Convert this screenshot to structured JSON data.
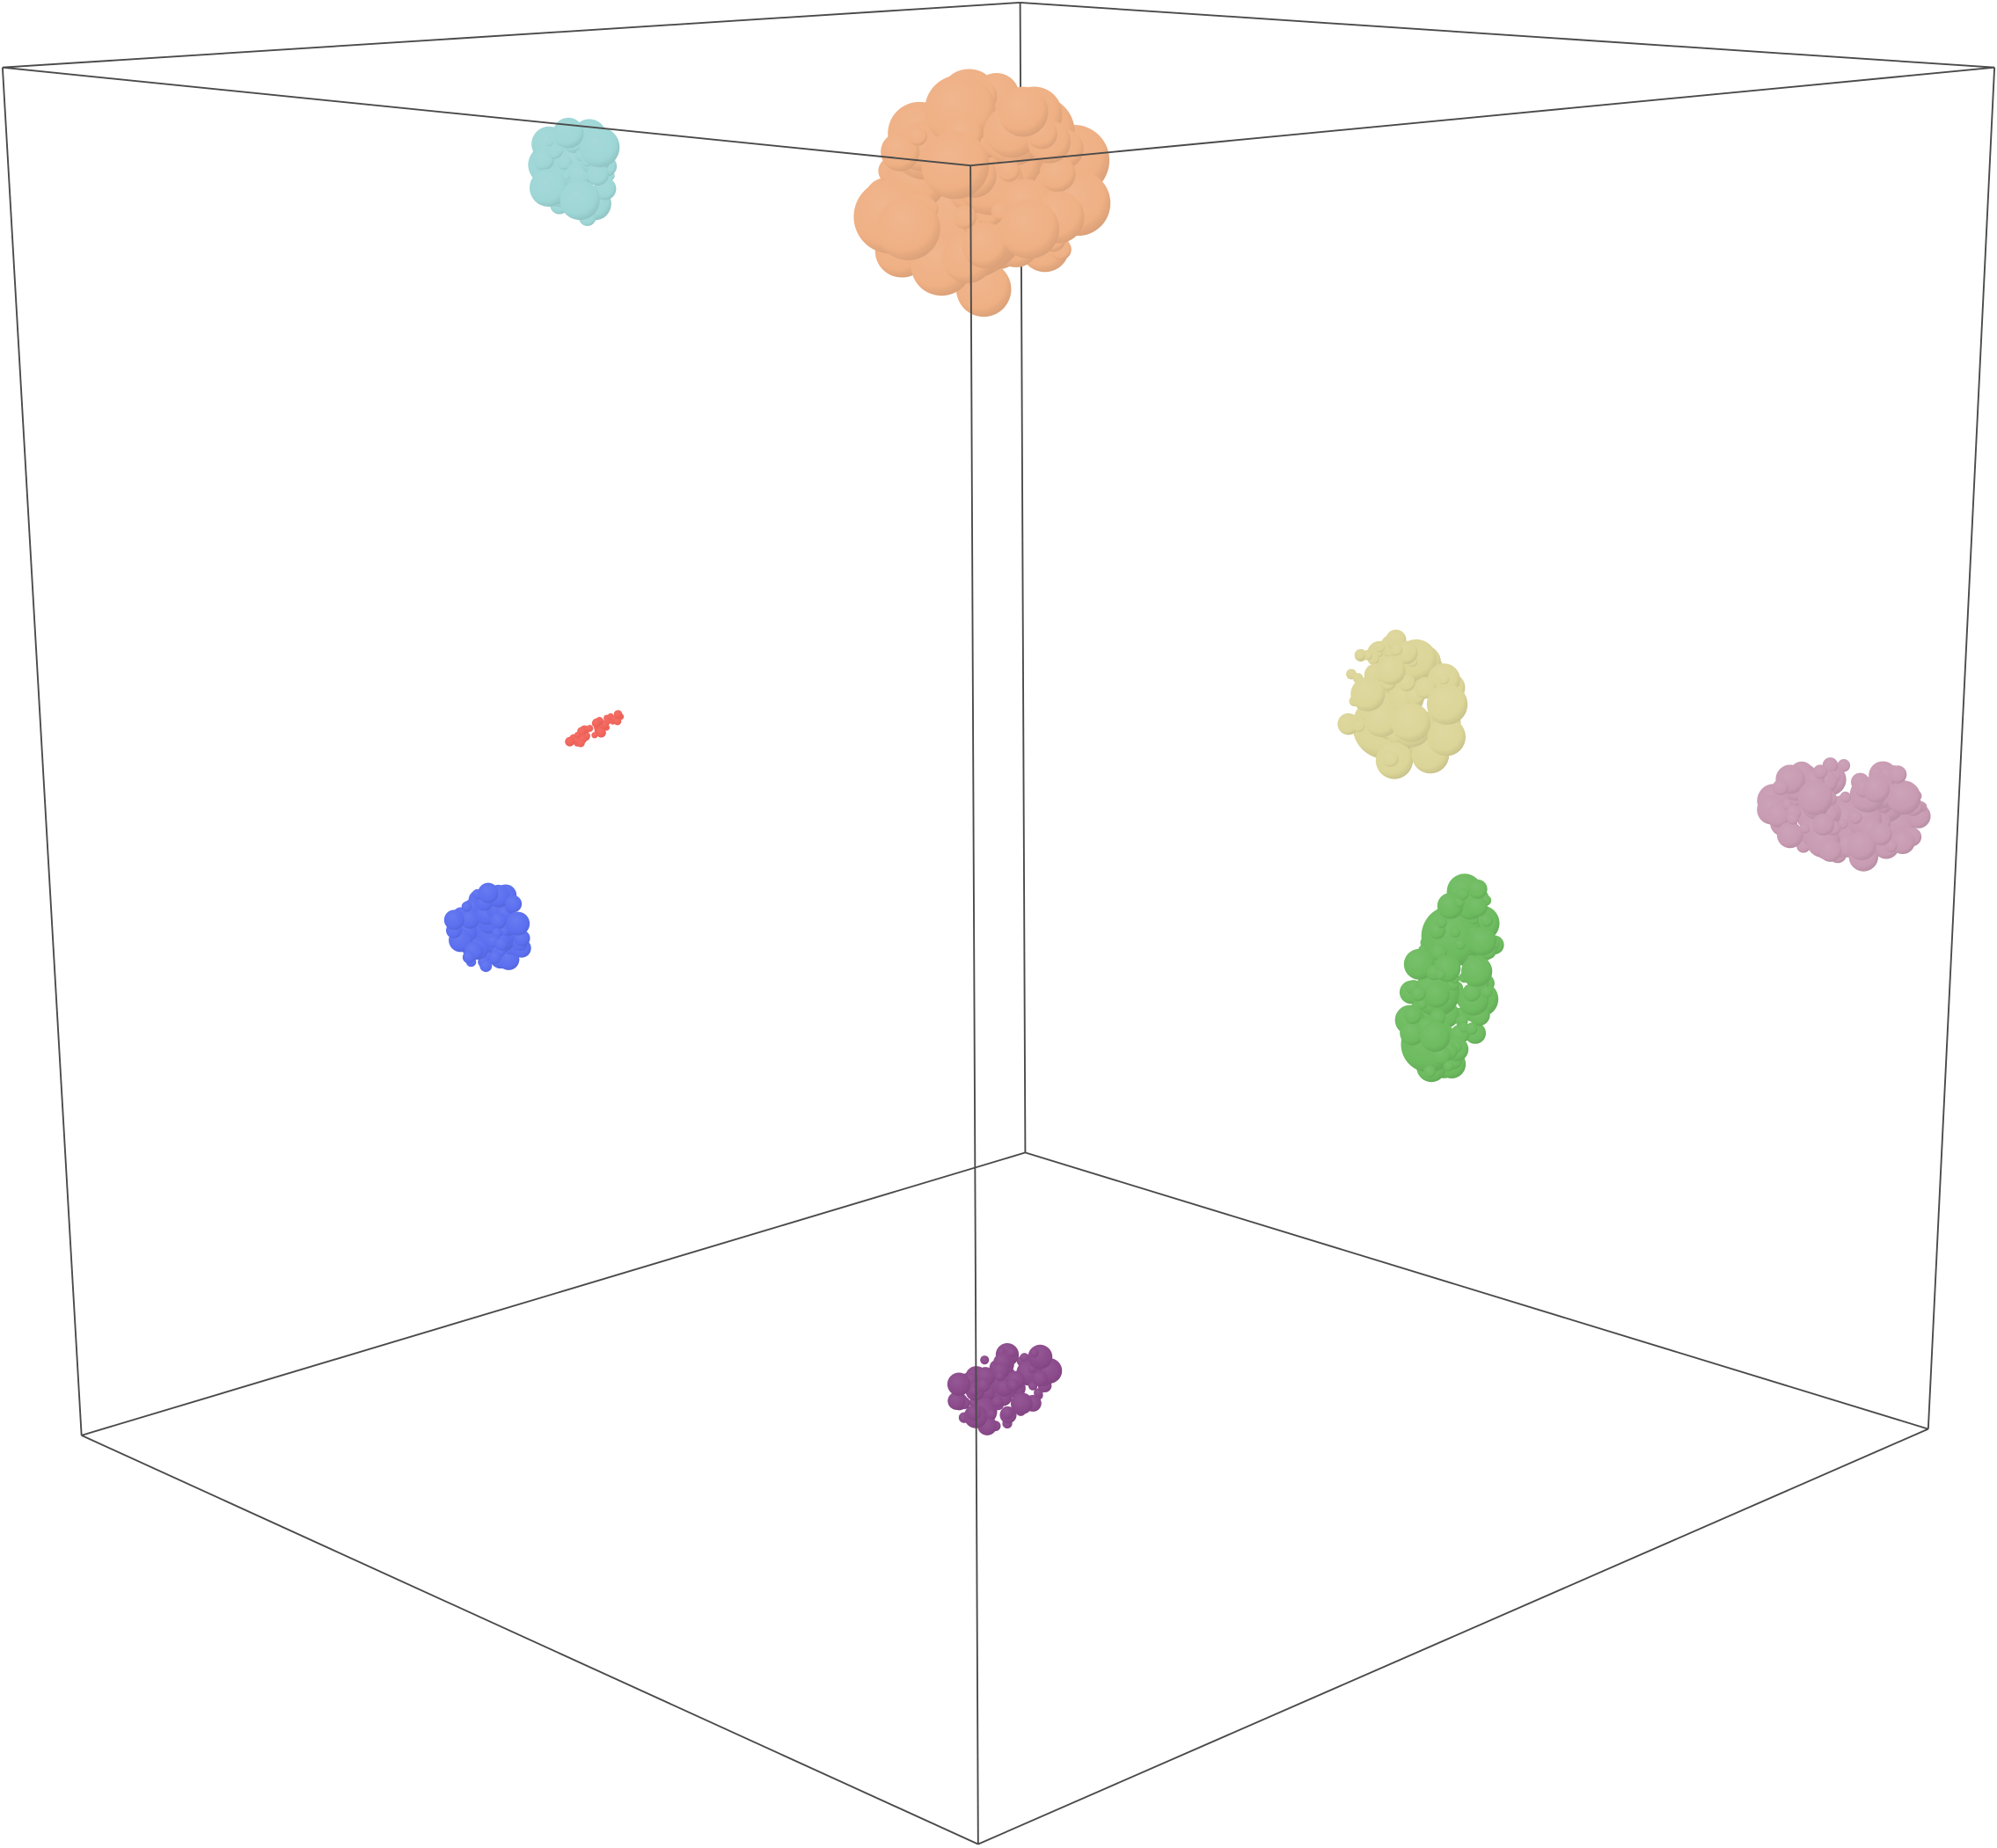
{
  "scene": {
    "type": "3d-sphere-clusters",
    "background": "#ffffff",
    "box_edge_color": "#4a4a4a",
    "clusters": [
      {
        "color": "#9ed6d6",
        "shape": "block"
      },
      {
        "color": "#efb084",
        "shape": "ball"
      },
      {
        "color": "#f2645a",
        "shape": "thin-rod"
      },
      {
        "color": "#5b6ff0",
        "shape": "diamond"
      },
      {
        "color": "#dcd598",
        "shape": "block"
      },
      {
        "color": "#c89bb2",
        "shape": "block"
      },
      {
        "color": "#6dbb5f",
        "shape": "column"
      },
      {
        "color": "#8b4a8b",
        "shape": "block"
      }
    ]
  }
}
